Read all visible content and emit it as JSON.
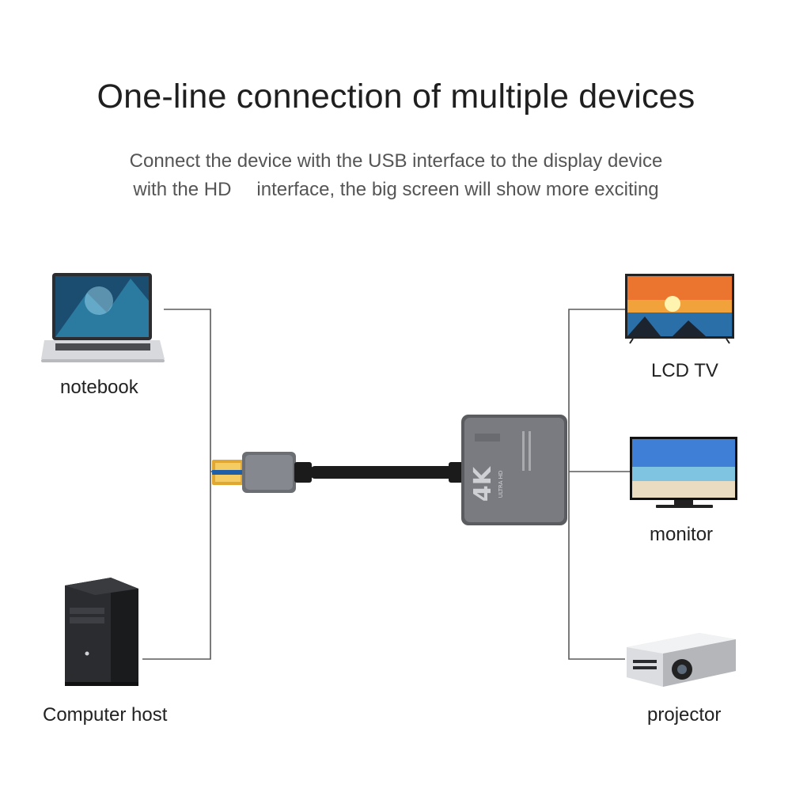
{
  "title": "One-line connection of multiple devices",
  "subtitle": {
    "line1": "Connect the device with the USB interface to the display device",
    "line2_part1": "with the HD",
    "line2_part2": "interface, the big screen will show more exciting"
  },
  "devices": {
    "left": [
      "notebook",
      "Computer host"
    ],
    "right": [
      "LCD TV",
      "monitor",
      "projector"
    ]
  },
  "hub": {
    "badge": "4K",
    "badge_sub": "ULTRA HD"
  },
  "colors": {
    "line": "#5a5a5a",
    "hub_body": "#6e6f73",
    "cable": "#1b1b1b",
    "usb_plug": "#e0a832"
  }
}
